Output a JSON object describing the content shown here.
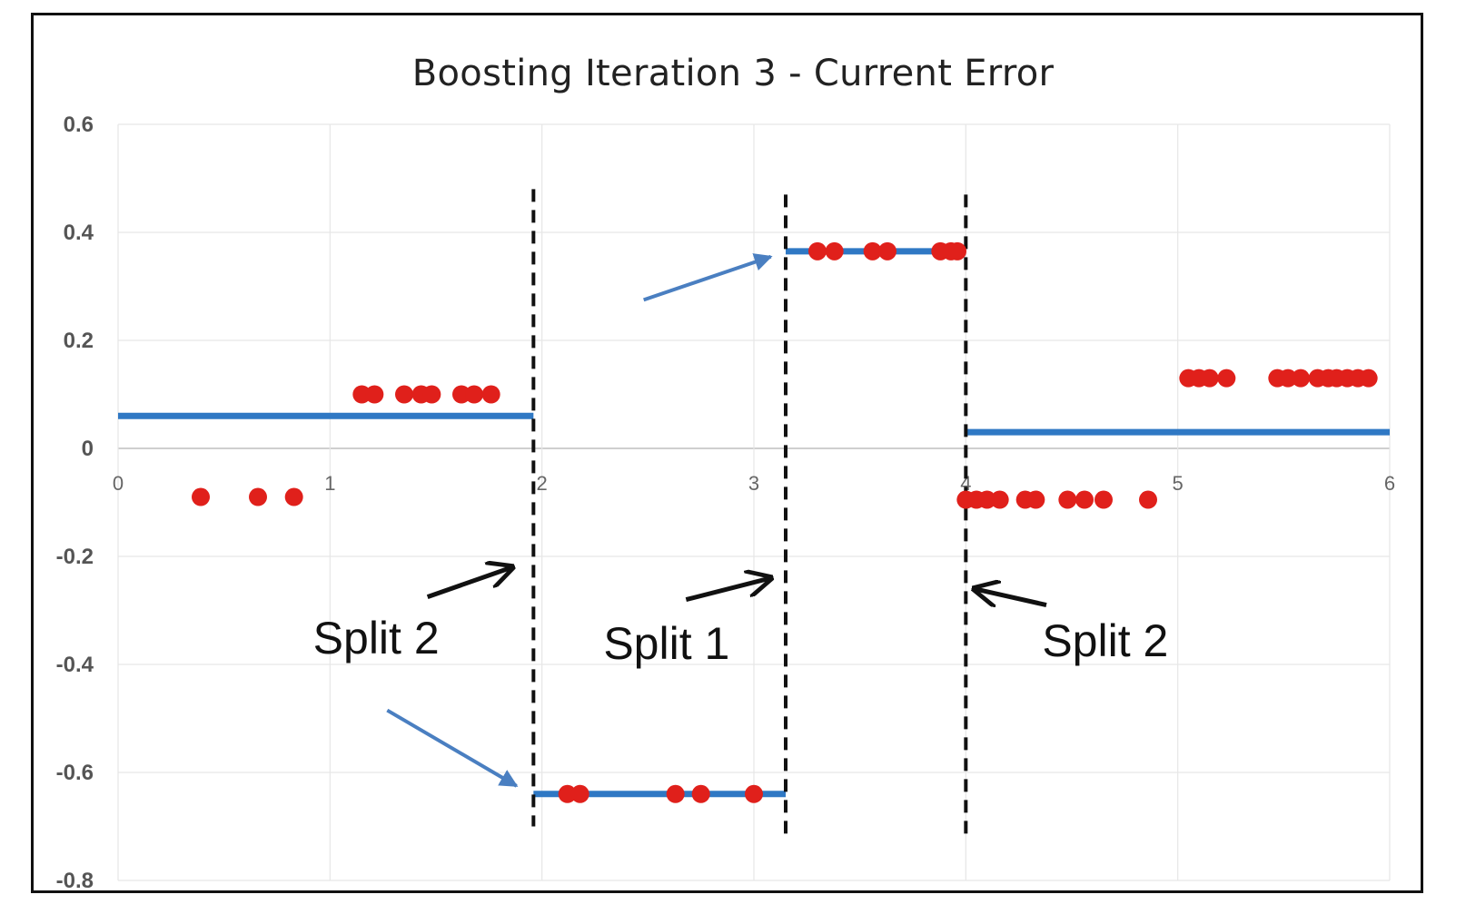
{
  "chart_data": {
    "type": "scatter",
    "title": "Boosting Iteration 3 - Current Error",
    "xlabel": "",
    "ylabel": "",
    "xlim": [
      0,
      6
    ],
    "ylim": [
      -0.8,
      0.6
    ],
    "x_ticks": [
      "0",
      "1",
      "2",
      "3",
      "4",
      "5",
      "6"
    ],
    "y_ticks": [
      "0.6",
      "0.4",
      "0.2",
      "0",
      "-0.2",
      "-0.4",
      "-0.6",
      "-0.8"
    ],
    "grid": true,
    "colors": {
      "points": "#e0201b",
      "steps": "#2f78c4",
      "arrows_blue": "#4a7fc1",
      "splits": "#111111"
    },
    "points": [
      {
        "x": 0.39,
        "y": -0.09
      },
      {
        "x": 0.66,
        "y": -0.09
      },
      {
        "x": 0.83,
        "y": -0.09
      },
      {
        "x": 1.15,
        "y": 0.1
      },
      {
        "x": 1.21,
        "y": 0.1
      },
      {
        "x": 1.35,
        "y": 0.1
      },
      {
        "x": 1.43,
        "y": 0.1
      },
      {
        "x": 1.48,
        "y": 0.1
      },
      {
        "x": 1.62,
        "y": 0.1
      },
      {
        "x": 1.68,
        "y": 0.1
      },
      {
        "x": 1.76,
        "y": 0.1
      },
      {
        "x": 2.12,
        "y": -0.64
      },
      {
        "x": 2.18,
        "y": -0.64
      },
      {
        "x": 2.63,
        "y": -0.64
      },
      {
        "x": 2.75,
        "y": -0.64
      },
      {
        "x": 3.0,
        "y": -0.64
      },
      {
        "x": 3.3,
        "y": 0.365
      },
      {
        "x": 3.38,
        "y": 0.365
      },
      {
        "x": 3.56,
        "y": 0.365
      },
      {
        "x": 3.63,
        "y": 0.365
      },
      {
        "x": 3.88,
        "y": 0.365
      },
      {
        "x": 3.93,
        "y": 0.365
      },
      {
        "x": 3.96,
        "y": 0.365
      },
      {
        "x": 4.0,
        "y": -0.095
      },
      {
        "x": 4.05,
        "y": -0.095
      },
      {
        "x": 4.1,
        "y": -0.095
      },
      {
        "x": 4.16,
        "y": -0.095
      },
      {
        "x": 4.28,
        "y": -0.095
      },
      {
        "x": 4.33,
        "y": -0.095
      },
      {
        "x": 4.48,
        "y": -0.095
      },
      {
        "x": 4.56,
        "y": -0.095
      },
      {
        "x": 4.65,
        "y": -0.095
      },
      {
        "x": 4.86,
        "y": -0.095
      },
      {
        "x": 5.05,
        "y": 0.13
      },
      {
        "x": 5.1,
        "y": 0.13
      },
      {
        "x": 5.15,
        "y": 0.13
      },
      {
        "x": 5.23,
        "y": 0.13
      },
      {
        "x": 5.47,
        "y": 0.13
      },
      {
        "x": 5.52,
        "y": 0.13
      },
      {
        "x": 5.58,
        "y": 0.13
      },
      {
        "x": 5.66,
        "y": 0.13
      },
      {
        "x": 5.71,
        "y": 0.13
      },
      {
        "x": 5.75,
        "y": 0.13
      },
      {
        "x": 5.8,
        "y": 0.13
      },
      {
        "x": 5.85,
        "y": 0.13
      },
      {
        "x": 5.9,
        "y": 0.13
      }
    ],
    "steps": [
      {
        "x0": 0,
        "x1": 1.96,
        "y": 0.06
      },
      {
        "x0": 1.96,
        "x1": 3.15,
        "y": -0.64
      },
      {
        "x0": 3.15,
        "x1": 4.0,
        "y": 0.365
      },
      {
        "x0": 4.0,
        "x1": 6.0,
        "y": 0.03
      }
    ],
    "splits": [
      {
        "x": 1.96,
        "y0": 0.48,
        "y1": -0.7
      },
      {
        "x": 3.15,
        "y0": 0.47,
        "y1": -0.72
      },
      {
        "x": 4.0,
        "y0": 0.47,
        "y1": -0.72
      }
    ],
    "annotations": [
      {
        "label": "Split 2",
        "x": 0.92,
        "y": -0.38
      },
      {
        "label": "Split 1",
        "x": 2.29,
        "y": -0.39
      },
      {
        "label": "Split 2",
        "x": 4.36,
        "y": -0.385
      }
    ]
  }
}
